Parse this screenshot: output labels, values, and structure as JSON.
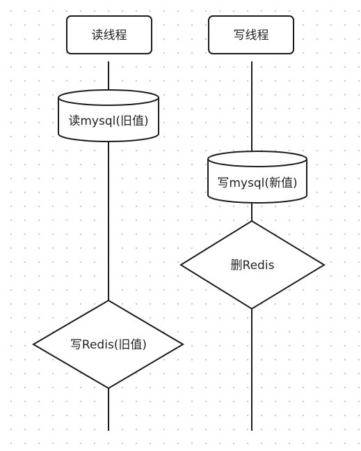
{
  "diagram": {
    "read_thread": {
      "title": "读线程",
      "steps": [
        "读mysql(旧值)",
        "写Redis(旧值)"
      ]
    },
    "write_thread": {
      "title": "写线程",
      "steps": [
        "写mysql(新值)",
        "删Redis"
      ]
    }
  }
}
